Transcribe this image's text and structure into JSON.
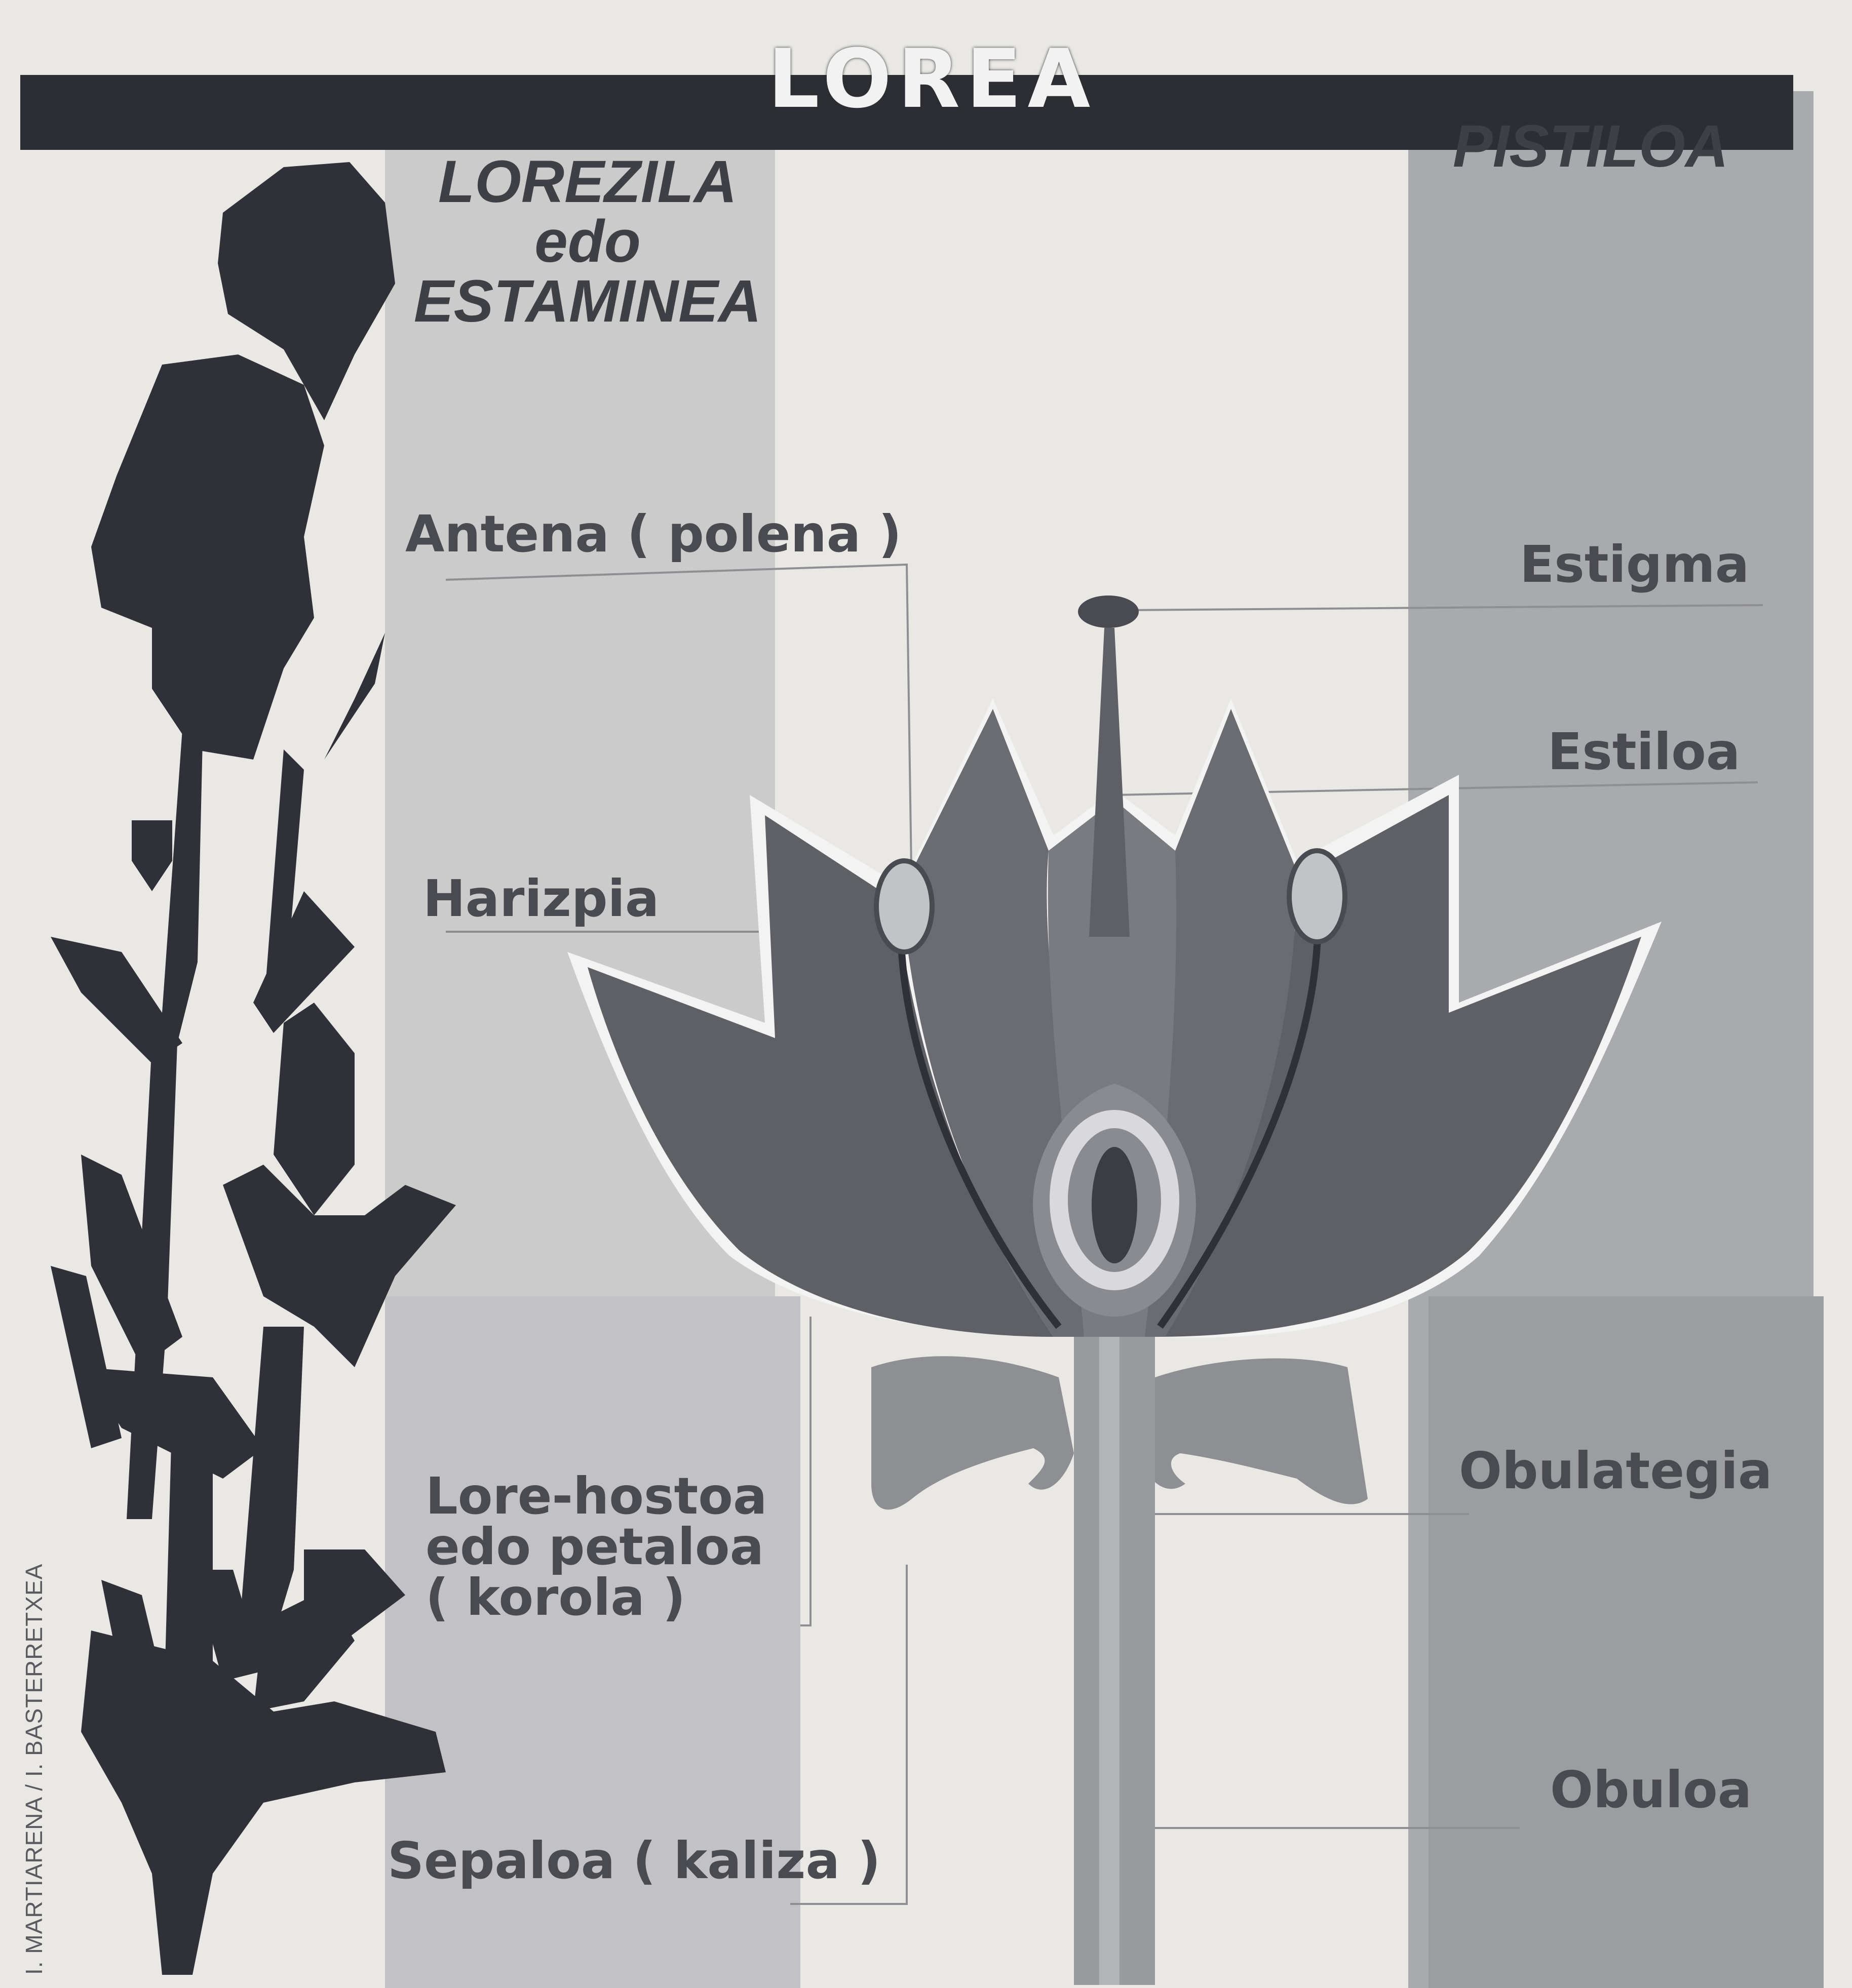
{
  "title": "LOREA",
  "headings": {
    "lorezila_line1": "LOREZILA",
    "lorezila_line2": "edo",
    "lorezila_line3": "ESTAMINEA",
    "pistiloa": "PISTILOA"
  },
  "labels": {
    "antena": "Antena ( polena )",
    "harizpia": "Harizpia",
    "lore_line1": "Lore-hostoa",
    "lore_line2": "edo petaloa",
    "lore_line3": "( korola )",
    "sepaloa": "Sepaloa ( kaliza )",
    "estigma": "Estigma",
    "estiloa": "Estiloa",
    "obulategia": "Obulategia",
    "obuloa": "Obuloa"
  },
  "credit": "I. MARTIARENA / I. BASTERRETXEA",
  "colors": {
    "background": "#e9e8e4",
    "title_bar": "#2d2e33",
    "left_band": "#c9c9ca",
    "right_band": "#a7a8ab",
    "silhouette": "#2f3038",
    "petal": "#6e6f75"
  }
}
